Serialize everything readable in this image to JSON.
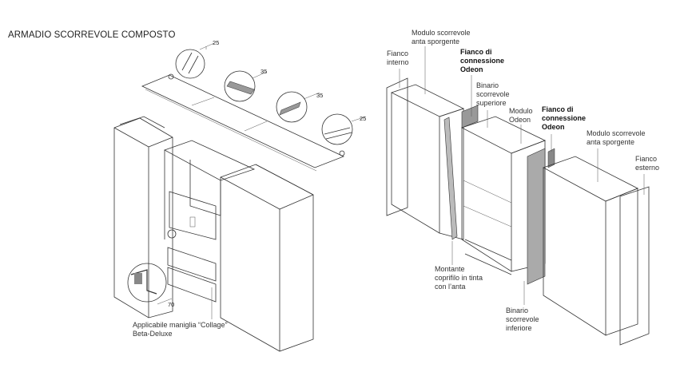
{
  "title": "ARMADIO SCORREVOLE COMPOSTO",
  "left_diagram": {
    "dimensions": [
      "25",
      "35",
      "35",
      "25",
      "70"
    ],
    "handle_label": "Applicabile maniglia “Collage”\nBeta-Deluxe"
  },
  "right_diagram": {
    "labels": {
      "fianco_interno": "Fianco\ninterno",
      "modulo_sporgente_1": "Modulo scorrevole\nanta sporgente",
      "fianco_connessione_1": "Fianco di\nconnessione\nOdeon",
      "binario_superiore": "Binario\nscorrevole\nsuperiore",
      "modulo_odeon": "Modulo\nOdeon",
      "fianco_connessione_2": "Fianco di\nconnessione\nOdeon",
      "modulo_sporgente_2": "Modulo scorrevole\nanta sporgente",
      "fianco_esterno": "Fianco\nesterno",
      "montante": "Montante\ncoprifilo in tinta\ncon l’anta",
      "binario_inferiore": "Binario\nscorrevole\ninferiore"
    }
  }
}
